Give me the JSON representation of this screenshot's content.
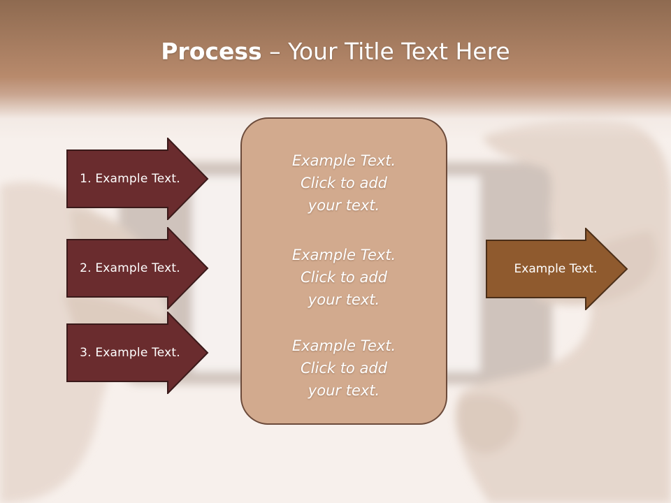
{
  "title": {
    "bold": "Process",
    "separator": " – ",
    "rest": "Your Title Text Here"
  },
  "left_arrows": [
    {
      "label": "1. Example Text."
    },
    {
      "label": "2. Example Text."
    },
    {
      "label": "3. Example Text."
    }
  ],
  "center_blocks": [
    {
      "lines": [
        "Example Text.",
        "Click  to add",
        "your text."
      ]
    },
    {
      "lines": [
        "Example Text.",
        "Click  to add",
        "your text."
      ]
    },
    {
      "lines": [
        "Example Text.",
        "Click  to add",
        "your text."
      ]
    }
  ],
  "right_arrow": {
    "label": "Example Text."
  },
  "colors": {
    "left_arrow_fill": "#6a2c2e",
    "left_arrow_border": "#3a1a1a",
    "center_fill": "#d2aa8e",
    "right_arrow_fill": "#8f5a2e",
    "right_arrow_border": "#4a2e18"
  }
}
